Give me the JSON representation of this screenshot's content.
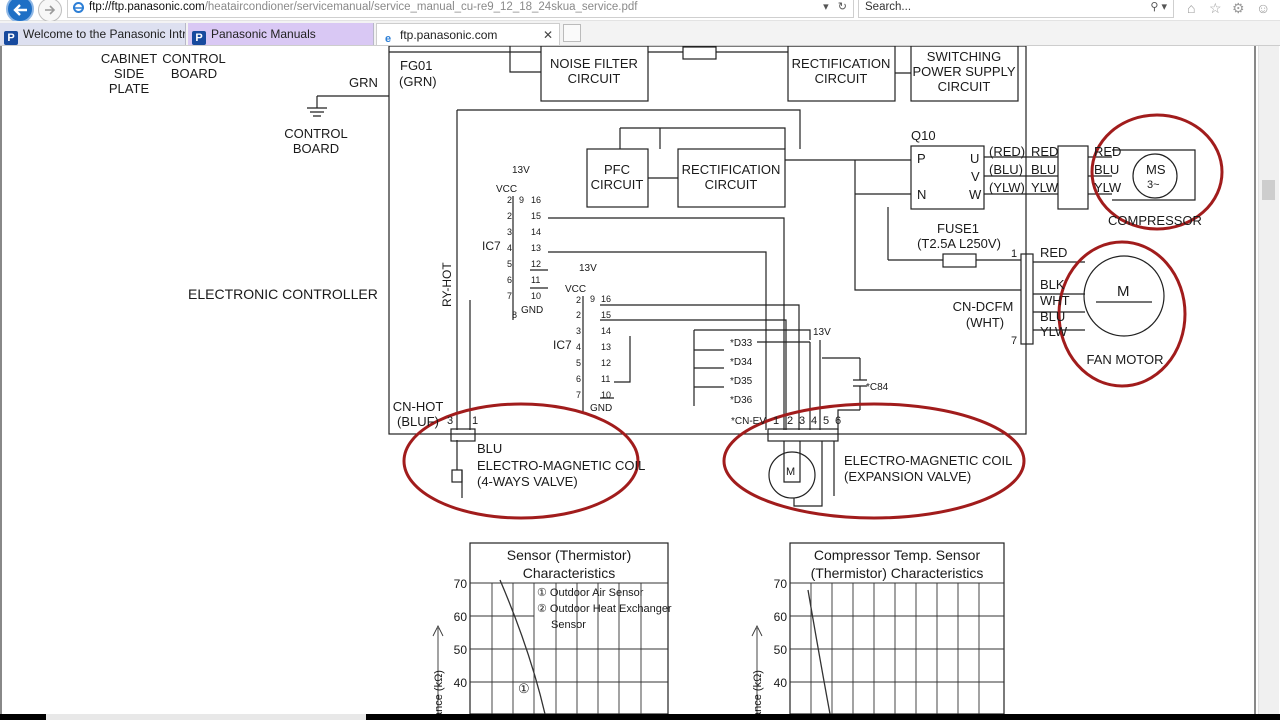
{
  "browser": {
    "address": {
      "host": "ftp://ftp.panasonic.com",
      "path": "/heataircondioner/servicemanual/service_manual_cu-re9_12_18_24skua_service.pdf"
    },
    "search": {
      "placeholder": "Search..."
    },
    "tabs": [
      {
        "label": "Welcome to the Panasonic Intr...",
        "icon": "panasonic-p-icon"
      },
      {
        "label": "Panasonic Manuals",
        "icon": "panasonic-p-icon"
      },
      {
        "label": "ftp.panasonic.com",
        "icon": "ie-icon"
      }
    ]
  },
  "diagram": {
    "cabinet": "CABINET",
    "side": "SIDE",
    "plate": "PLATE",
    "control": "CONTROL",
    "board": "BOARD",
    "fg01": "FG01",
    "grn_paren": "(GRN)",
    "grn": "GRN",
    "noise_filter_1": "NOISE FILTER",
    "noise_filter_2": "CIRCUIT",
    "rect_top_1": "RECTIFICATION",
    "rect_top_2": "CIRCUIT",
    "switching_1": "SWITCHING",
    "switching_2": "POWER SUPPLY",
    "switching_3": "CIRCUIT",
    "pfc_1": "PFC",
    "pfc_2": "CIRCUIT",
    "rect_mid_1": "RECTIFICATION",
    "rect_mid_2": "CIRCUIT",
    "q10": "Q10",
    "p": "P",
    "n": "N",
    "u": "U",
    "v": "V",
    "w": "W",
    "red_p": "(RED)",
    "blu_p": "(BLU)",
    "ylw_p": "(YLW)",
    "red": "RED",
    "blu": "BLU",
    "ylw": "YLW",
    "blk": "BLK",
    "wht": "WHT",
    "ms": "MS",
    "three_phase": "3~",
    "compressor": "COMPRESSOR",
    "fuse1": "FUSE1",
    "fuse_rating": "(T2.5A L250V)",
    "one": "1",
    "seven": "7",
    "cn_dcfm": "CN-DCFM",
    "wht_paren": "(WHT)",
    "m": "M",
    "fan_motor": "FAN MOTOR",
    "v13": "13V",
    "vcc": "VCC",
    "ic7": "IC7",
    "gnd": "GND",
    "ry_hot": "RY-HOT",
    "electronic_controller": "ELECTRONIC CONTROLLER",
    "d33": "*D33",
    "d34": "*D34",
    "d35": "*D35",
    "d36": "*D36",
    "c84": "*C84",
    "cn_ev": "*CN-EV",
    "cn_hot": "CN-HOT",
    "bluf": "(BLUF)",
    "three": "3",
    "em_coil": "ELECTRO-MAGNETIC COIL",
    "four_way": "(4-WAYS VALVE)",
    "em_coil2": "ELECTRO-MAGNETIC COIL",
    "exp_valve": "(EXPANSION VALVE)",
    "pin1": "1",
    "pin2": "2",
    "pin3": "3",
    "pin4": "4",
    "pin5": "5",
    "pin6": "6",
    "n9": "9",
    "n16": "16",
    "n2": "2",
    "n15": "15",
    "n3": "3",
    "n14": "14",
    "n4": "4",
    "n13": "13",
    "n5": "5",
    "n12": "12",
    "n6": "6",
    "n11": "11",
    "n7": "7",
    "n10": "10",
    "n8": "8"
  },
  "charts": [
    {
      "title_1": "Sensor (Thermistor)",
      "title_2": "Characteristics",
      "legend_1": "① Outdoor Air Sensor",
      "legend_2": "② Outdoor Heat Exchanger",
      "legend_3": "Sensor",
      "ylabel": "ance (kΩ)",
      "marker": "①",
      "yticks": [
        "70",
        "60",
        "50",
        "40"
      ]
    },
    {
      "title_1": "Compressor Temp. Sensor",
      "title_2": "(Thermistor) Characteristics",
      "ylabel": "ance (kΩ)",
      "yticks": [
        "70",
        "60",
        "50",
        "40"
      ]
    }
  ]
}
